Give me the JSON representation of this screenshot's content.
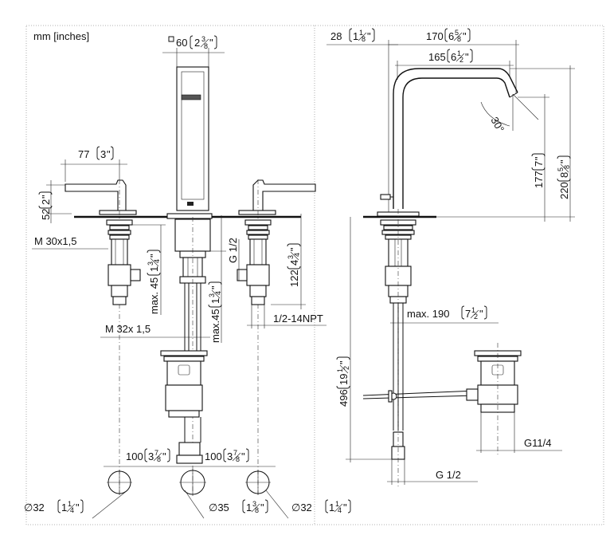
{
  "units_note": "mm [inches]",
  "front_view": {
    "spout_width": {
      "mm": "60",
      "in_whole": "2",
      "in_num": "3",
      "in_den": "8"
    },
    "handle_reach": {
      "mm": "77",
      "in_whole": "3"
    },
    "handle_height": {
      "mm": "52",
      "in_whole": "2"
    },
    "handle_thread": "M 30x1,5",
    "handle_shank": {
      "prefix": "max. 45",
      "in_whole": "1",
      "in_num": "3",
      "in_den": "4"
    },
    "spout_shank": {
      "prefix": "max.45",
      "in_whole": "1",
      "in_num": "3",
      "in_den": "4"
    },
    "spout_thread": "M 32x 1,5",
    "valve_outlet": "G 1/2",
    "valve_height": {
      "mm": "122",
      "in_whole": "4",
      "in_num": "3",
      "in_den": "4"
    },
    "npt": "1/2-14NPT",
    "spacing_left": {
      "mm": "100",
      "in_whole": "3",
      "in_num": "7",
      "in_den": "8"
    },
    "spacing_right": {
      "mm": "100",
      "in_whole": "3",
      "in_num": "7",
      "in_den": "8"
    },
    "hole_left": {
      "mm": "∅32",
      "in_whole": "1",
      "in_num": "1",
      "in_den": "4"
    },
    "hole_center": {
      "mm": "∅35",
      "in_whole": "1",
      "in_num": "3",
      "in_den": "8"
    },
    "hole_right": {
      "mm": "∅32",
      "in_whole": "1",
      "in_num": "1",
      "in_den": "4"
    }
  },
  "side_view": {
    "offset": {
      "mm": "28",
      "in_whole": "1",
      "in_num": "1",
      "in_den": "8"
    },
    "reach_total": {
      "mm": "170",
      "in_whole": "6",
      "in_num": "5",
      "in_den": "8"
    },
    "reach": {
      "mm": "165",
      "in_whole": "6",
      "in_num": "1",
      "in_den": "2"
    },
    "angle": "30°",
    "outlet_height": {
      "mm": "177",
      "in_whole": "7"
    },
    "total_height": {
      "mm": "220",
      "in_whole": "8",
      "in_num": "5",
      "in_den": "8"
    },
    "drain_reach": {
      "prefix": "max. 190",
      "in_whole": "7",
      "in_num": "1",
      "in_den": "2"
    },
    "install_depth": {
      "mm": "496",
      "in_whole": "19",
      "in_num": "1",
      "in_den": "2"
    },
    "drain_thread": "G11/4",
    "supply_thread": "G 1/2"
  }
}
